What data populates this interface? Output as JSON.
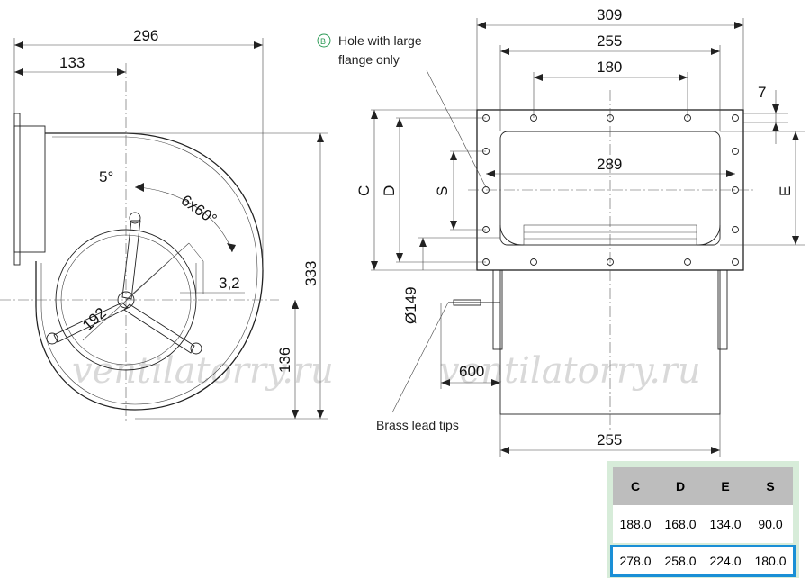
{
  "dimensions": {
    "side_width_total": "296",
    "side_width_center": "133",
    "side_height_total": "333",
    "side_height_center": "136",
    "angle_small": "5°",
    "angle_holes": "6x60°",
    "gap": "3,2",
    "hole_circle": "192",
    "front_width_total": "309",
    "front_width_flange": "255",
    "front_hole_pitch": "180",
    "front_opening": "289",
    "front_offset": "7",
    "body_width": "255",
    "lead_length": "600",
    "lead_diameter": "Ø149",
    "label_c": "C",
    "label_d": "D",
    "label_s": "S",
    "label_e": "E"
  },
  "notes": {
    "flange_marker": "B",
    "flange_line1": "Hole with large",
    "flange_line2": "flange only",
    "brass": "Brass lead tips"
  },
  "watermarks": [
    "ventilatorry.ru",
    "ventilatorry.ru"
  ],
  "table": {
    "headers": [
      "C",
      "D",
      "E",
      "S"
    ],
    "rows": [
      [
        "188.0",
        "168.0",
        "134.0",
        "90.0"
      ],
      [
        "278.0",
        "258.0",
        "224.0",
        "180.0"
      ]
    ],
    "highlight_color": "#1a8fd6"
  }
}
